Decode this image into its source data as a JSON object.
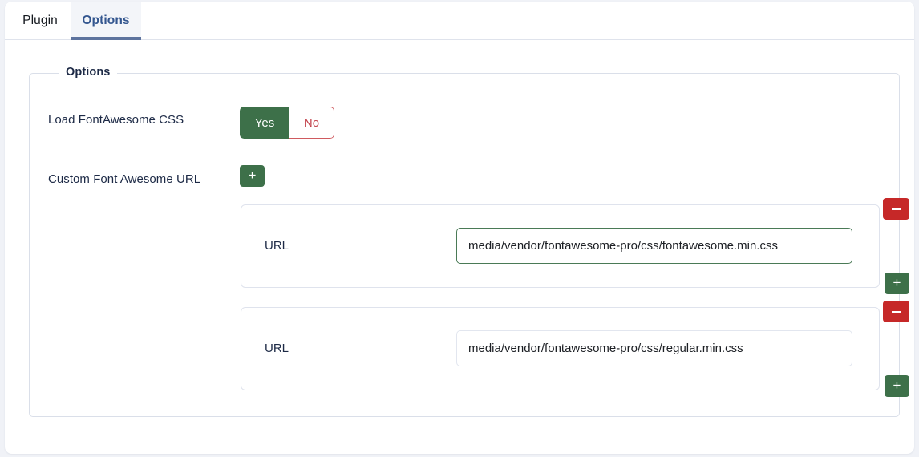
{
  "tabs": [
    {
      "id": "plugin",
      "label": "Plugin",
      "active": false
    },
    {
      "id": "options",
      "label": "Options",
      "active": true
    }
  ],
  "fieldset": {
    "legend": "Options"
  },
  "fields": {
    "load_fontawesome": {
      "label": "Load FontAwesome CSS",
      "options": [
        {
          "value": "yes",
          "label": "Yes",
          "selected": true
        },
        {
          "value": "no",
          "label": "No",
          "selected": false
        }
      ]
    },
    "custom_url": {
      "label": "Custom Font Awesome URL",
      "add_button_label": "+",
      "sub_label": "URL",
      "rows": [
        {
          "label": "URL",
          "value": "media/vendor/fontawesome-pro/css/fontawesome.min.css",
          "placeholder": "",
          "state": "valid",
          "remove_label": "−",
          "add_label": "+"
        },
        {
          "label": "URL",
          "value": "media/vendor/fontawesome-pro/css/regular.min.css",
          "placeholder": "",
          "state": "default",
          "remove_label": "−",
          "add_label": "+"
        }
      ]
    }
  },
  "colors": {
    "green": "#3d7049",
    "red": "#c62828",
    "red_text": "#c2404a",
    "tab_accent": "#5d739e",
    "label_text": "#1d2a46",
    "border": "#dfe3ed"
  }
}
